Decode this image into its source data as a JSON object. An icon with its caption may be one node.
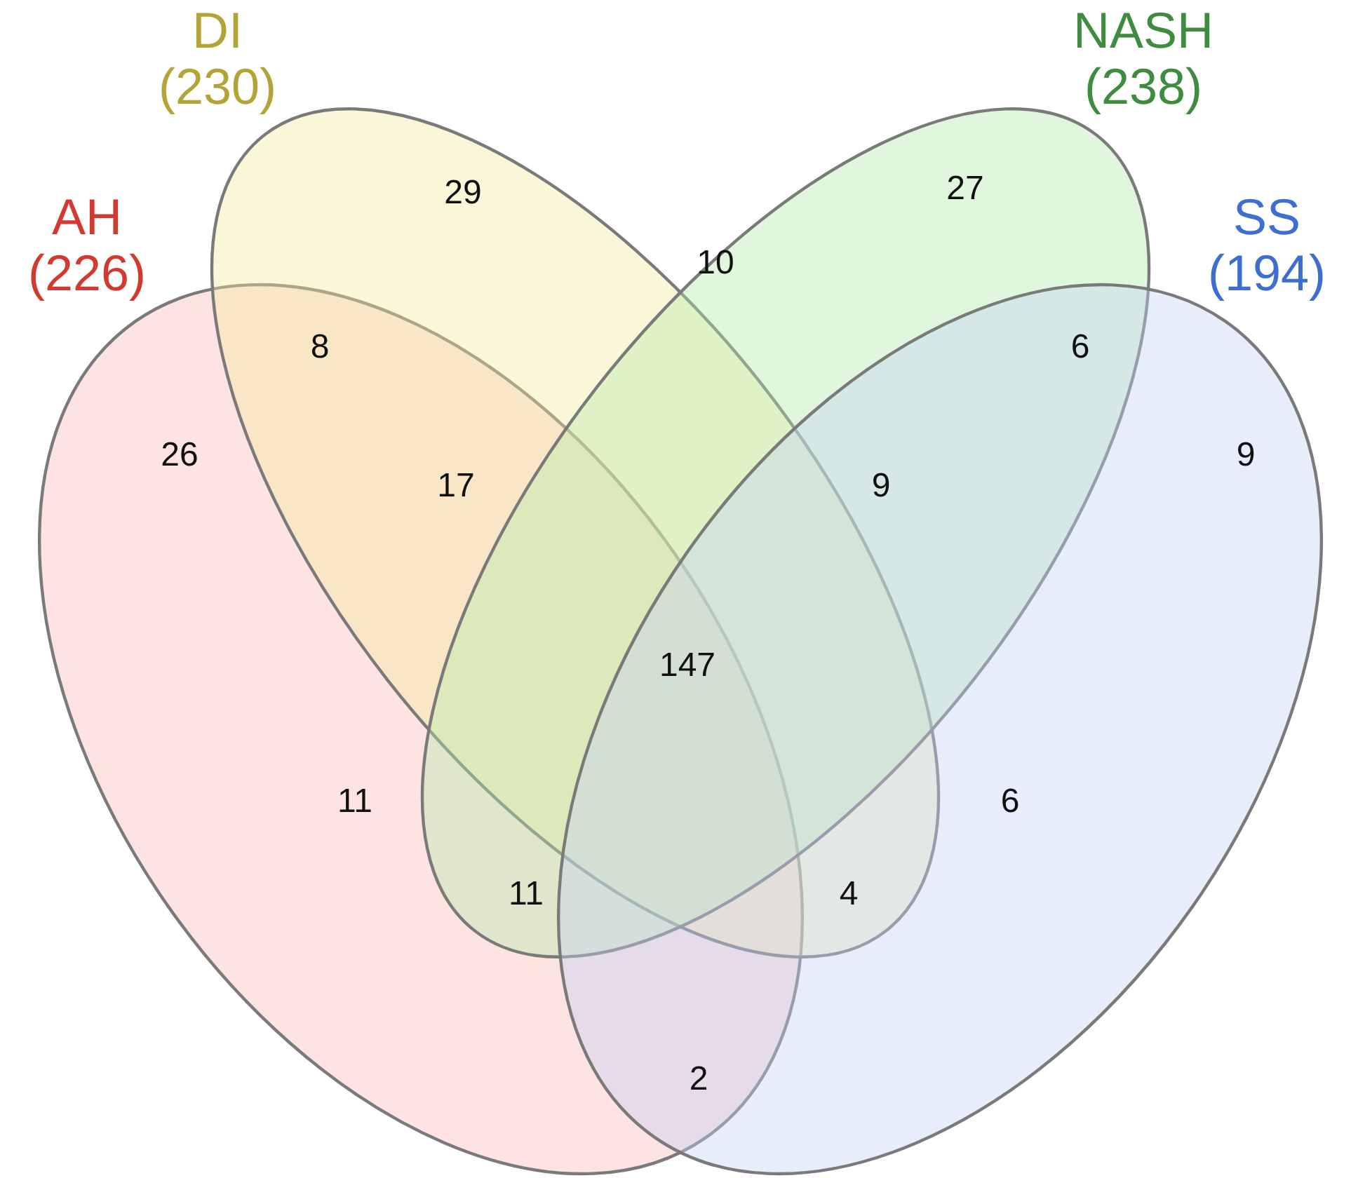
{
  "diagram": {
    "nodes": [
      {
        "text": [
          "AH (226)"
        ]
      },
      {
        "text": [
          "DI (230)"
        ]
      },
      {
        "text": [
          "NASH (238)"
        ]
      },
      {
        "text": [
          "SS (194)"
        ]
      }
    ],
    "labels": [
      "29",
      "27",
      "10",
      "8",
      "6",
      "26",
      "17",
      "9",
      "9",
      "147",
      "11",
      "6",
      "11",
      "4",
      "2"
    ]
  }
}
